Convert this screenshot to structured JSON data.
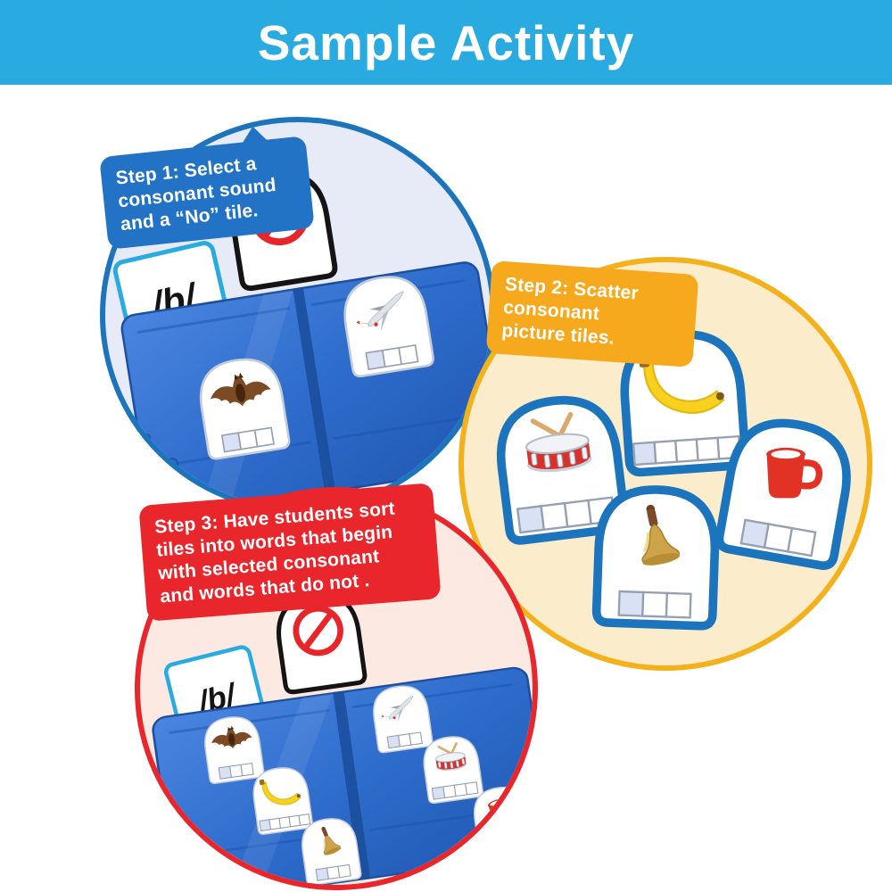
{
  "banner": {
    "title": "Sample Activity",
    "bg_color": "#29abe2"
  },
  "steps": [
    {
      "id": 1,
      "label": "Step 1: Select a\nconsonant sound\nand a “No” tile.",
      "label_color": "#2273c5",
      "circle_border": "#1c75bc",
      "circle_fill": "#e7eaf7"
    },
    {
      "id": 2,
      "label": "Step 2:  Scatter\nconsonant\npicture tiles.",
      "label_color": "#f6a91c",
      "circle_border": "#f3b11c",
      "circle_fill": "#fbeccb"
    },
    {
      "id": 3,
      "label": "Step 3:  Have students sort\ntiles into words that begin\nwith selected consonant\nand words that do not .",
      "label_color": "#e8262b",
      "circle_border": "#e8262b",
      "circle_fill": "#fce9e2"
    }
  ],
  "tiles": {
    "sound_tile": {
      "text": "/b/",
      "border_color": "#29abe2"
    },
    "no_tile": {
      "icon": "no-symbol-icon",
      "symbol_color": "#e8262a",
      "border_color": "#141414"
    },
    "picture_tiles": [
      {
        "name": "bat",
        "icon": "bat-icon",
        "sound_boxes": 3,
        "first_box_shaded": true
      },
      {
        "name": "airplane",
        "icon": "airplane-icon",
        "sound_boxes": 3,
        "first_box_shaded": true
      },
      {
        "name": "banana",
        "icon": "banana-icon",
        "sound_boxes": 5,
        "first_box_shaded": true
      },
      {
        "name": "drum",
        "icon": "drum-icon",
        "sound_boxes": 4,
        "first_box_shaded": true
      },
      {
        "name": "mug",
        "icon": "mug-icon",
        "sound_boxes": 3,
        "first_box_shaded": true
      },
      {
        "name": "bell",
        "icon": "bell-icon",
        "sound_boxes": 3,
        "first_box_shaded": true
      }
    ]
  },
  "scenes": {
    "step1": {
      "raised_tiles": [
        "/b/ sound tile",
        "No tile"
      ],
      "case_tiles": [
        "bat",
        "airplane"
      ]
    },
    "step2": {
      "scattered_tiles": [
        "drum",
        "banana",
        "mug",
        "bell"
      ]
    },
    "step3": {
      "left_panel_begin_with_b": [
        "bat",
        "banana",
        "bell"
      ],
      "right_panel_do_not": [
        "airplane",
        "drum",
        "mug"
      ],
      "raised_tiles": [
        "/b/ sound tile",
        "No tile"
      ]
    }
  },
  "colors": {
    "case_blue": "#2e6dcd",
    "box_shaded": "#d9e2f4",
    "tile_border_big": "#1c75bc"
  }
}
